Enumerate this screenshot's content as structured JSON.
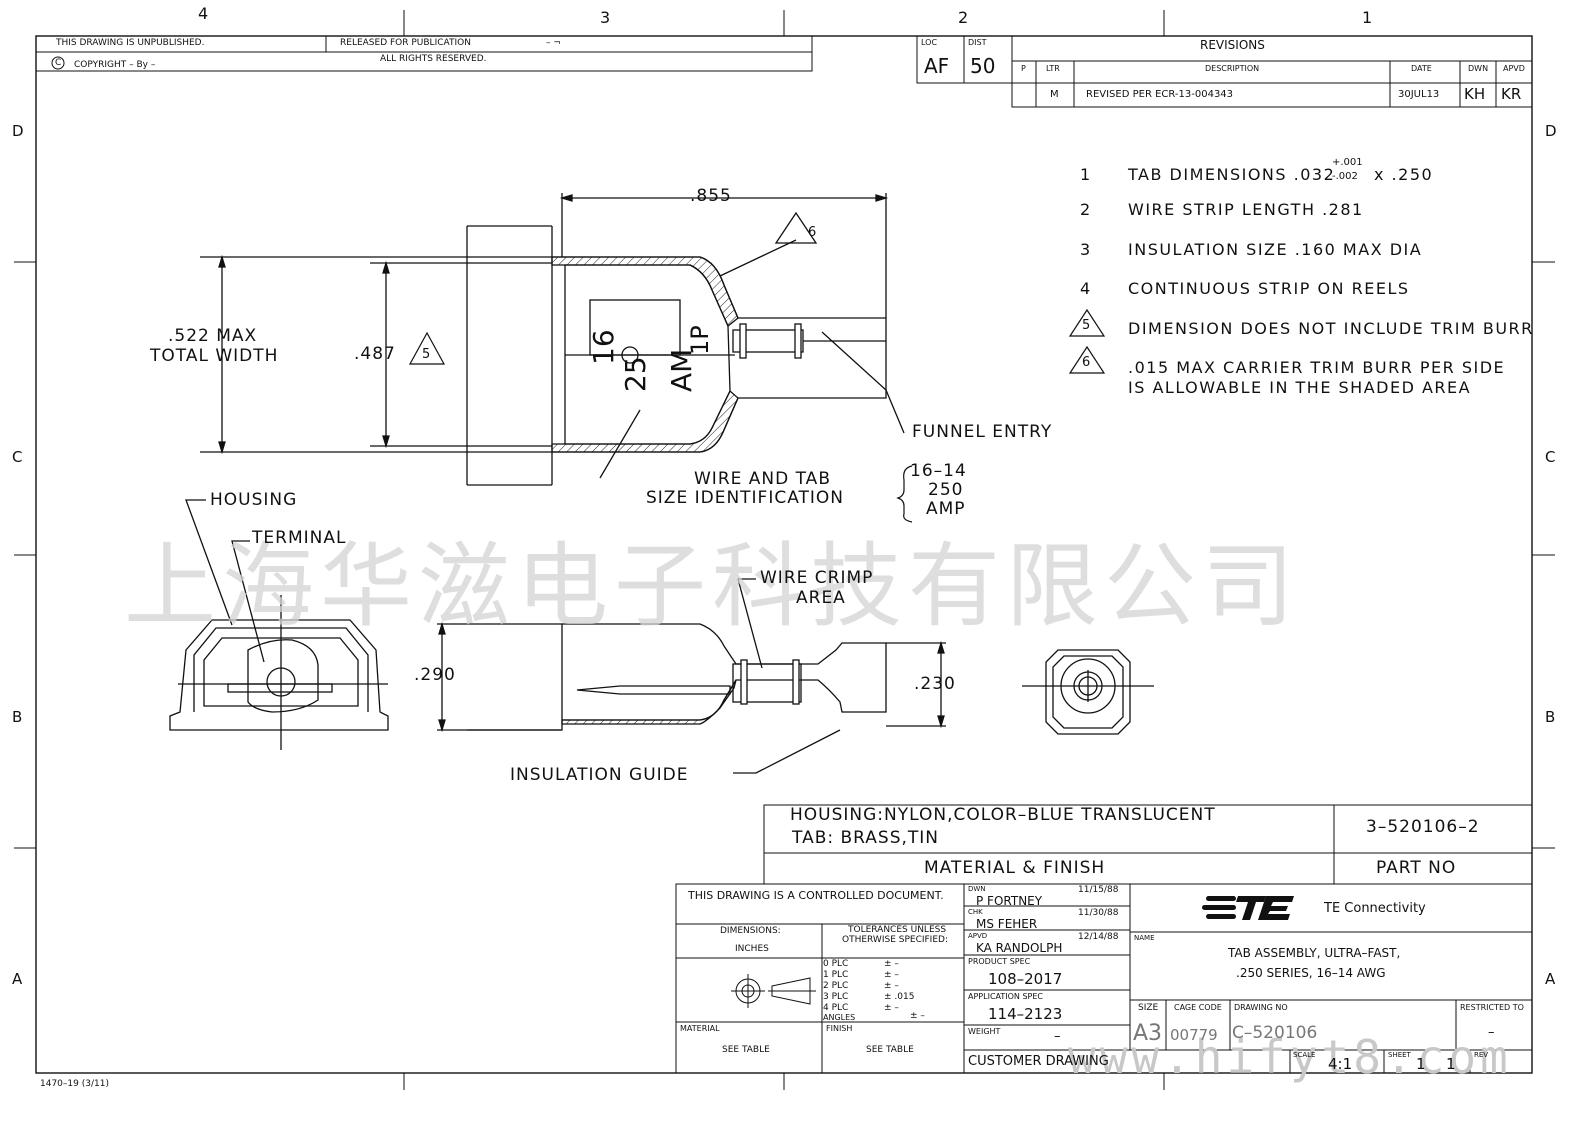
{
  "zones": {
    "columns": [
      "4",
      "3",
      "2",
      "1"
    ],
    "rows": [
      "D",
      "C",
      "B",
      "A"
    ]
  },
  "header": {
    "unpublished": "THIS DRAWING IS UNPUBLISHED.",
    "copyright_symbol": "C",
    "copyright": "COPYRIGHT  –     By –",
    "released": "RELEASED FOR PUBLICATION",
    "released_dash": "–  ¬",
    "rights": "ALL RIGHTS RESERVED.",
    "loc_label": "LOC",
    "loc_value": "AF",
    "dist_label": "DIST",
    "dist_value": "50"
  },
  "revisions": {
    "title": "REVISIONS",
    "headers": {
      "p": "P",
      "ltr": "LTR",
      "description": "DESCRIPTION",
      "date": "DATE",
      "dwn": "DWN",
      "apvd": "APVD"
    },
    "row": {
      "ltr": "M",
      "description": "REVISED PER ECR-13-004343",
      "date": "30JUL13",
      "dwn": "KH",
      "apvd": "KR"
    }
  },
  "notes": [
    {
      "num": "1",
      "text": "TAB DIMENSIONS .032",
      "tol_plus": "+.001",
      "tol_minus": "-.002",
      "text_after": "x .250"
    },
    {
      "num": "2",
      "text": "WIRE STRIP LENGTH .281"
    },
    {
      "num": "3",
      "text": "INSULATION SIZE .160 MAX DIA"
    },
    {
      "num": "4",
      "text": "CONTINUOUS STRIP ON REELS"
    },
    {
      "num": "5",
      "text": "DIMENSION DOES NOT INCLUDE TRIM BURR"
    },
    {
      "num": "6",
      "text": ".015 MAX CARRIER TRIM BURR PER SIDE",
      "text2": "IS ALLOWABLE IN THE SHADED AREA"
    }
  ],
  "drawing_labels": {
    "dim_855": ".855",
    "dim_522_line1": ".522  MAX",
    "dim_522_line2": "TOTAL  WIDTH",
    "dim_487": ".487",
    "flag5": "5",
    "flag6": "6",
    "funnel_entry": "FUNNEL  ENTRY",
    "wire_tab_1": "WIRE  AND  TAB",
    "wire_tab_2": "SIZE  IDENTIFICATION",
    "ident_1": "16–14",
    "ident_2": "250",
    "ident_3": "AMP",
    "stamp_16": "16",
    "stamp_25": "25",
    "stamp_am": "AM",
    "stamp_1p": "1P",
    "housing": "HOUSING",
    "terminal": "TERMINAL",
    "wire_crimp_1": "WIRE  CRIMP",
    "wire_crimp_2": "AREA",
    "dim_290": ".290",
    "dim_230": ".230",
    "insulation_guide": "INSULATION  GUIDE"
  },
  "watermark": "上海华滋电子科技有限公司",
  "watermark2": "www.hifyt8.com",
  "material": {
    "line1": "HOUSING:NYLON,COLOR–BLUE  TRANSLUCENT",
    "line2": "TAB:  BRASS,TIN",
    "label": "MATERIAL  &  FINISH",
    "part_no": "3–520106–2",
    "part_no_label": "PART  NO"
  },
  "title_block": {
    "controlled": "THIS DRAWING IS A CONTROLLED DOCUMENT.",
    "dimensions_label": "DIMENSIONS:",
    "dimensions_unit": "INCHES",
    "tolerances_1": "TOLERANCES UNLESS",
    "tolerances_2": "OTHERWISE SPECIFIED:",
    "tol_rows": [
      {
        "plc": "0  PLC",
        "val": "± –"
      },
      {
        "plc": "1  PLC",
        "val": "± –"
      },
      {
        "plc": "2  PLC",
        "val": "± –"
      },
      {
        "plc": "3  PLC",
        "val": "± .015"
      },
      {
        "plc": "4  PLC",
        "val": "± –"
      },
      {
        "plc": "ANGLES",
        "val": "± –"
      }
    ],
    "material_label": "MATERIAL",
    "material_value": "SEE TABLE",
    "finish_label": "FINISH",
    "finish_value": "SEE TABLE",
    "dwn_label": "DWN",
    "dwn_name": "P  FORTNEY",
    "dwn_date": "11/15/88",
    "chk_label": "CHK",
    "chk_name": "MS  FEHER",
    "chk_date": "11/30/88",
    "apvd_label": "APVD",
    "apvd_name": "KA  RANDOLPH",
    "apvd_date": "12/14/88",
    "product_spec_label": "PRODUCT SPEC",
    "product_spec": "108–2017",
    "application_spec_label": "APPLICATION SPEC",
    "application_spec": "114–2123",
    "weight_label": "WEIGHT",
    "weight_value": "–",
    "customer_drawing": "CUSTOMER  DRAWING",
    "logo_text": "TE",
    "company": "TE Connectivity",
    "name_label": "NAME",
    "name_line1": "TAB ASSEMBLY, ULTRA–FAST,",
    "name_line2": ".250 SERIES, 16–14 AWG",
    "size_label": "SIZE",
    "size_value": "A3",
    "cage_label": "CAGE CODE",
    "cage_value": "00779",
    "drawing_no_label": "DRAWING NO",
    "drawing_no": "C–520106",
    "restricted_label": "RESTRICTED TO",
    "restricted_value": "–",
    "scale_label": "SCALE",
    "scale_value": "4:1",
    "sheet_label": "SHEET",
    "sheet_value": "1",
    "of_value": "1",
    "rev_label": "REV"
  },
  "footer_code": "1470–19   (3/11)"
}
